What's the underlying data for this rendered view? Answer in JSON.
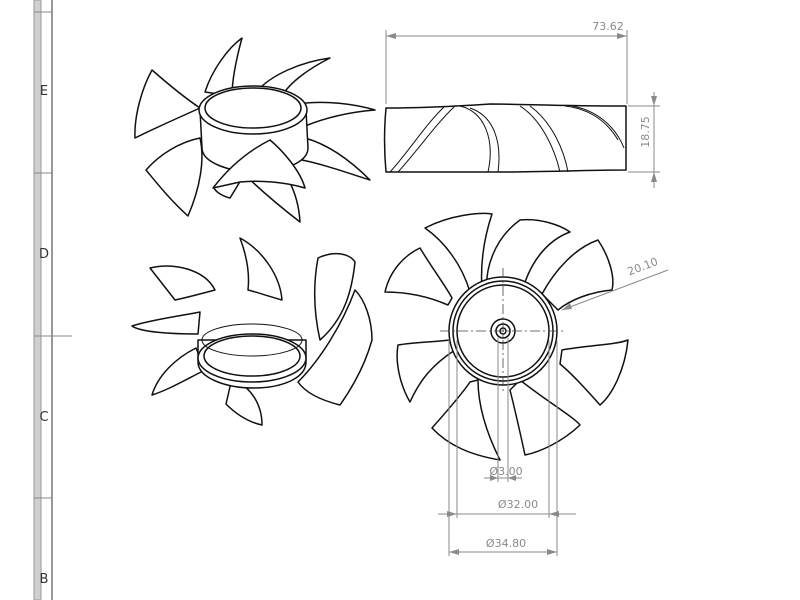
{
  "border": {
    "zones": [
      "E",
      "D",
      "C",
      "B"
    ]
  },
  "dimensions": {
    "overall_length": "73.62",
    "blade_height": "18.75",
    "blade_radial": "20.10",
    "shaft_diameter": "Ø3.00",
    "hub_inner_diameter": "Ø32.00",
    "hub_outer_diameter": "Ø34.80"
  },
  "colors": {
    "line": "#111111",
    "dimension": "#8a8a8a",
    "frame": "#c8c8c8"
  }
}
